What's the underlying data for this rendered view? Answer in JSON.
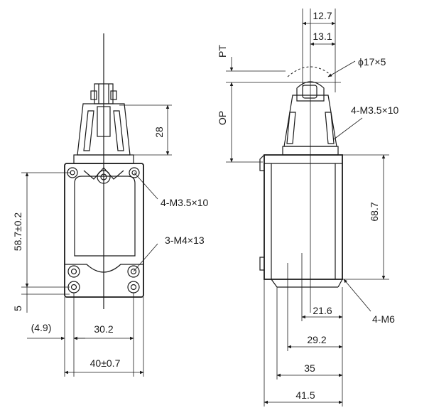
{
  "dimensions": {
    "d_12_7": "12.7",
    "d_13_1": "13.1",
    "d_pt": "PT",
    "d_op": "OP",
    "d_phi": "ϕ17×5",
    "d_m35_side": "4-M3.5×10",
    "d_m35_front": "4-M3.5×10",
    "d_m4": "3-M4×13",
    "d_28": "28",
    "d_58_7": "58.7±0.2",
    "d_5": "5",
    "d_4_9": "(4.9)",
    "d_30_2": "30.2",
    "d_40": "40±0.7",
    "d_68_7": "68.7",
    "d_m6": "4-M6",
    "d_21_6": "21.6",
    "d_29_2": "29.2",
    "d_35": "35",
    "d_41_5": "41.5"
  }
}
